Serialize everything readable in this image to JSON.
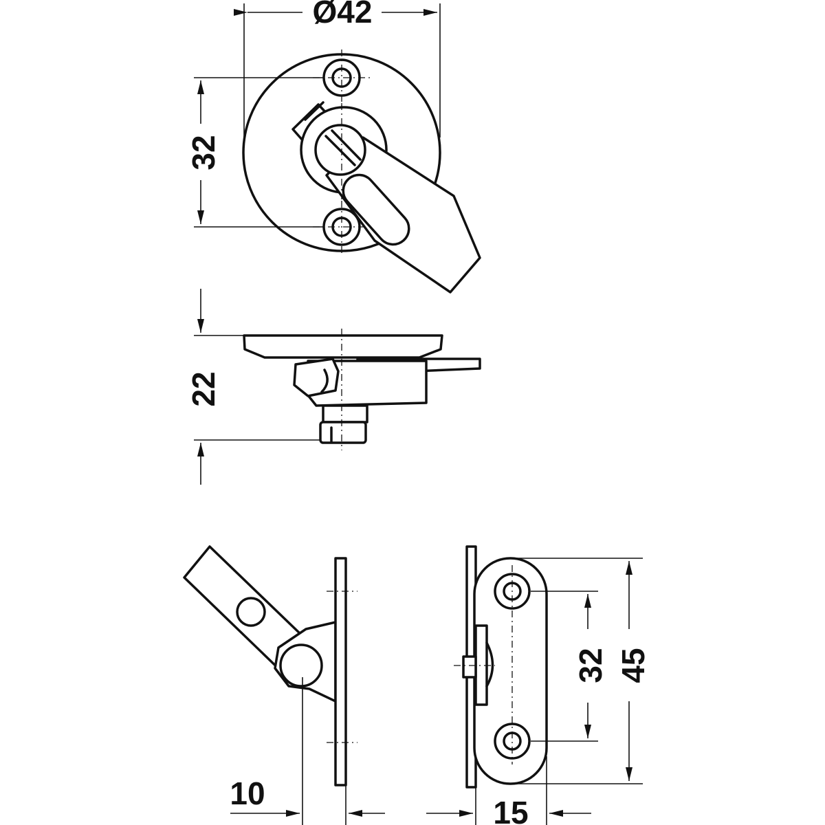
{
  "dimensions": {
    "top_diameter": "Ø42",
    "top_height": "32",
    "side_height": "22",
    "left_offset": "10",
    "right_width": "15",
    "right_inner": "32",
    "right_outer": "45"
  },
  "colors": {
    "line": "#111111",
    "background": "#ffffff"
  }
}
